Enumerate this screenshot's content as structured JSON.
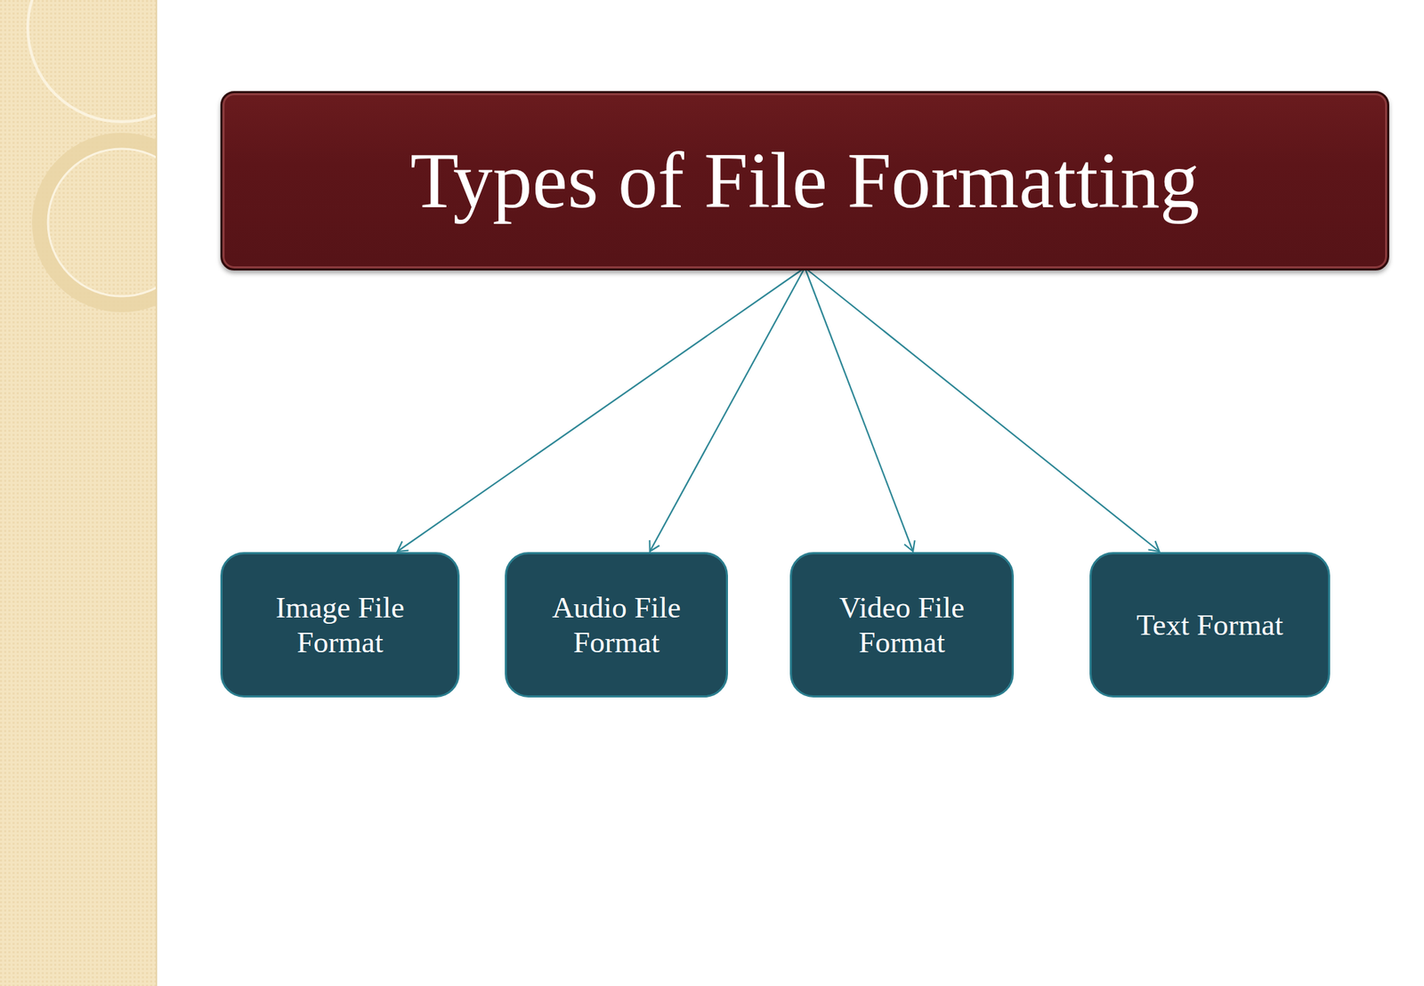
{
  "diagram": {
    "nodes": [
      {
        "text": [
          "Types of File Formatting"
        ]
      },
      {
        "text": [
          "Image File Format"
        ]
      },
      {
        "text": [
          "Audio File Format"
        ]
      },
      {
        "text": [
          "Video File Format"
        ]
      },
      {
        "text": [
          "Text Format"
        ]
      }
    ],
    "edges": [
      {
        "from": 0,
        "to": 1,
        "arrow": "to"
      },
      {
        "from": 0,
        "to": 2,
        "arrow": "to"
      },
      {
        "from": 0,
        "to": 3,
        "arrow": "to"
      },
      {
        "from": 0,
        "to": 4,
        "arrow": "to"
      }
    ]
  }
}
